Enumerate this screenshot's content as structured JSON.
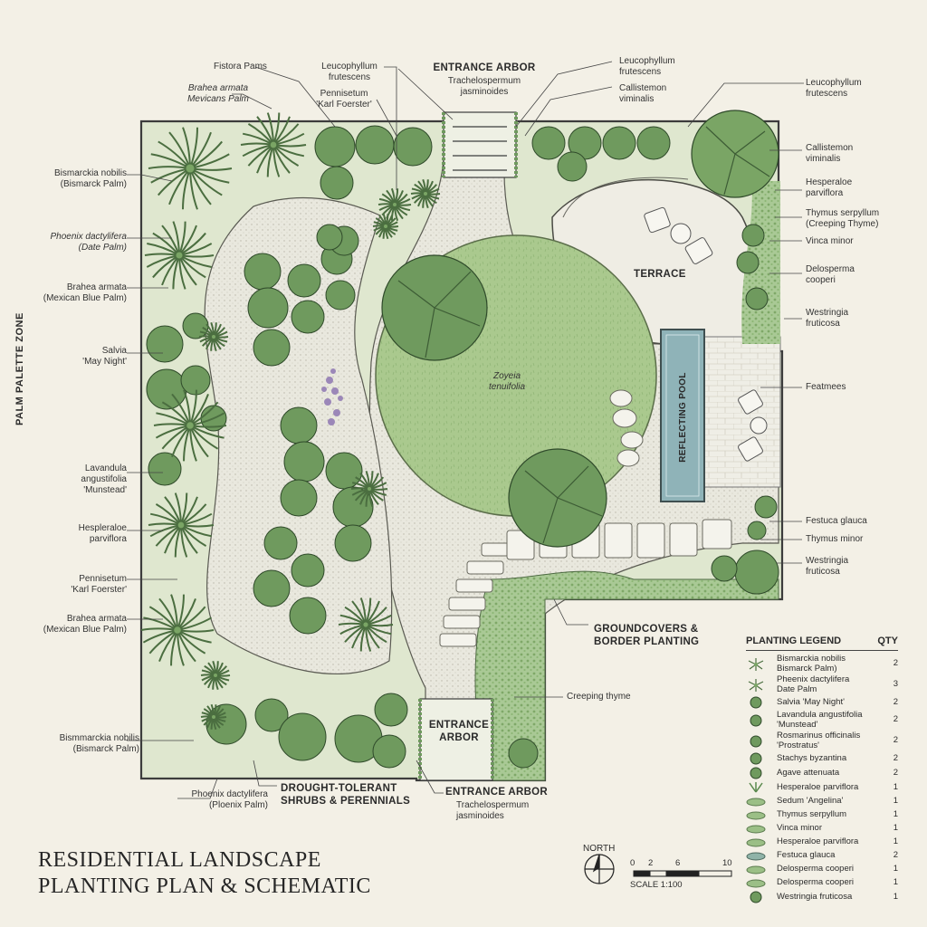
{
  "title": "RESIDENTIAL LANDSCAPE\nPLANTING PLAN & SCHEMATIC",
  "zones": {
    "palm_palette": "PALM PALETTE ZONE",
    "entrance_arbor_top": "ENTRANCE ARBOR",
    "entrance_arbor_top_sub": "Trachelospermum\njasminoides",
    "terrace": "TERRACE",
    "reflecting_pool": "REFLECTING POOL",
    "lawn": "Zoyeia\ntenuifolia",
    "groundcovers": "GROUNDCOVERS &\nBORDER PLANTING",
    "drought": "DROUGHT-TOLERANT\nSHRUBS & PERENNIALS",
    "entrance_arbor_box": "ENTRANCE\nARBOR",
    "entrance_arbor_bottom": "ENTRANCE ARBOR",
    "entrance_arbor_bottom_sub": "Trachelospermum\njasminoides"
  },
  "left_labels": [
    {
      "text": "Bismarckia nobilis\n(Bismarck Palm)",
      "italic": false
    },
    {
      "text": "Phoenix dactylifera\n(Date Palm)",
      "italic": true
    },
    {
      "text": "Brahea armata\n(Mexican Blue Palm)",
      "italic": false
    },
    {
      "text": "Salvia\n'May Night'",
      "italic": false
    },
    {
      "text": "Lavandula\nangustifolia\n'Munstead'",
      "italic": false
    },
    {
      "text": "Hespleraloe\nparviflora",
      "italic": false
    },
    {
      "text": "Pennisetum\n'Karl Foerster'",
      "italic": false
    },
    {
      "text": "Brahea armata\n(Mexican Blue Palm)",
      "italic": false
    },
    {
      "text": "Bismmarckia nobilis\n(Bismarck Palm)",
      "italic": false
    }
  ],
  "top_labels": [
    {
      "text": "Fistora Pams",
      "italic": false
    },
    {
      "text": "Brahea armata\nMevicans Palm",
      "italic": true
    },
    {
      "text": "Leucophyllum\nfrutescens",
      "italic": false
    },
    {
      "text": "Pennisetum\n'Karl Foerster'",
      "italic": false
    },
    {
      "text": "Leucophyllum\nfrutescens",
      "italic": false
    },
    {
      "text": "Callistemon\nviminalis",
      "italic": false
    }
  ],
  "right_labels": [
    {
      "text": "Leucophyllum\nfrutescens"
    },
    {
      "text": "Callistemon\nviminalis"
    },
    {
      "text": "Hesperaloe\nparviflora"
    },
    {
      "text": "Thymus serpyllum\n(Creeping Thyme)"
    },
    {
      "text": "Vinca minor"
    },
    {
      "text": "Delosperma\ncooperi"
    },
    {
      "text": "Westringia\nfruticosa"
    },
    {
      "text": "Featmees"
    },
    {
      "text": "Festuca glauca"
    },
    {
      "text": "Thymus minor"
    },
    {
      "text": "Westringia\nfruticosa"
    }
  ],
  "bottom_labels": {
    "phoenix": "Phoenix dactylifera\n(Ploenix Palm)",
    "creeping": "Creeping thyme"
  },
  "legend": {
    "header_name": "PLANTING LEGEND",
    "header_qty": "QTY",
    "items": [
      {
        "name": "Bismarckia nobilis\nBismarck Palm)",
        "qty": "2",
        "icon": "palm-icon"
      },
      {
        "name": "Pheenix dactylifera\nDate Palm",
        "qty": "3",
        "icon": "palm-icon"
      },
      {
        "name": "Salvia 'May Night'",
        "qty": "2",
        "icon": "shrub-icon"
      },
      {
        "name": "Lavandula angustifolia\n'Munstead'",
        "qty": "2",
        "icon": "shrub-icon"
      },
      {
        "name": "Rosmarinus officinalis\n'Prostratus'",
        "qty": "2",
        "icon": "shrub-icon"
      },
      {
        "name": "Stachys byzantina",
        "qty": "2",
        "icon": "shrub-icon"
      },
      {
        "name": "Agave attenuata",
        "qty": "2",
        "icon": "shrub-icon"
      },
      {
        "name": "Hesperaloe parviflora",
        "qty": "1",
        "icon": "agave-icon"
      },
      {
        "name": "Sedum 'Angelina'",
        "qty": "1",
        "icon": "groundcover-icon"
      },
      {
        "name": "Thymus serpyllum",
        "qty": "1",
        "icon": "groundcover-icon"
      },
      {
        "name": "Vinca minor",
        "qty": "1",
        "icon": "groundcover-icon"
      },
      {
        "name": "Hesperaloe parviflora",
        "qty": "1",
        "icon": "groundcover-icon"
      },
      {
        "name": "Festuca glauca",
        "qty": "2",
        "icon": "grass-icon"
      },
      {
        "name": "Delosperma cooperi",
        "qty": "1",
        "icon": "groundcover-icon"
      },
      {
        "name": "Delosperma cooperi",
        "qty": "1",
        "icon": "groundcover-icon"
      },
      {
        "name": "Westringia fruticosa",
        "qty": "1",
        "icon": "shrub-icon"
      }
    ]
  },
  "north": "NORTH",
  "scale": {
    "ticks": [
      "0",
      "2",
      "6",
      "10"
    ],
    "label": "SCALE 1:100"
  },
  "colors": {
    "paper": "#f3f0e6",
    "lawn": "#a8c68c",
    "shrub": "#6f9a5e",
    "dark_shrub": "#4f7a44",
    "path": "#e8e6dc",
    "pool": "#8fb3b8"
  }
}
